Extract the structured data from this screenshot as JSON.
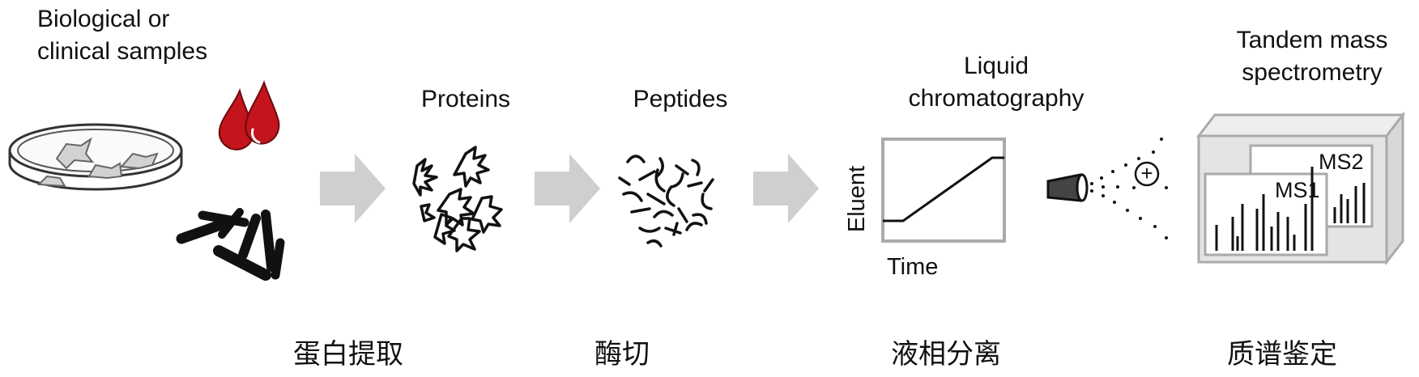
{
  "labels": {
    "samples_line1": "Biological or",
    "samples_line2": "clinical samples",
    "proteins": "Proteins",
    "peptides": "Peptides",
    "lc_line1": "Liquid",
    "lc_line2": "chromatography",
    "ms_line1": "Tandem mass",
    "ms_line2": "spectrometry",
    "eluent": "Eluent",
    "time": "Time",
    "ms1": "MS1",
    "ms2": "MS2",
    "ion_charge": "+"
  },
  "steps_cn": {
    "protein_extraction": "蛋白提取",
    "digestion": "酶切",
    "separation": "液相分离",
    "identification": "质谱鉴定"
  },
  "colors": {
    "arrow": "#cfcfcf",
    "blood": "#c4141c",
    "cell": "#d2d2d2",
    "box_line": "#aaaaaa",
    "box_face": "#e4e4e4",
    "ink": "#111111"
  }
}
